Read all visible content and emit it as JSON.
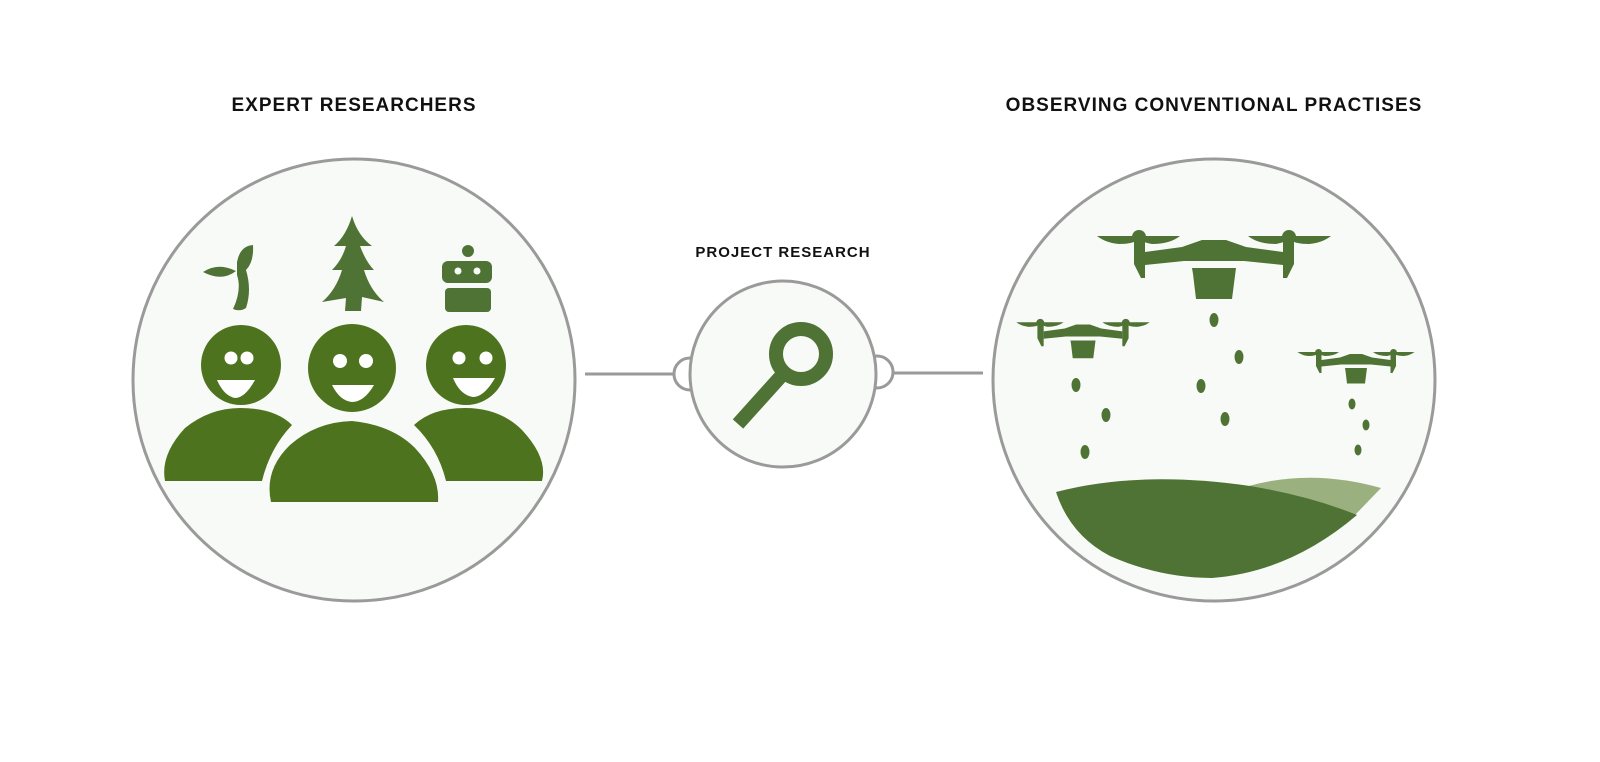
{
  "labels": {
    "left": "EXPERT RESEARCHERS",
    "center": "PROJECT RESEARCH",
    "right": "OBSERVING CONVENTIONAL PRACTISES"
  },
  "colors": {
    "people_green": "#4e731f",
    "drone_green": "#4f7334",
    "light_green": "#9ab07f",
    "circle_fill": "#f8faf7",
    "outline_gray": "#9a9a9a"
  },
  "icons": [
    "people-icon",
    "sprout-icon",
    "tree-icon",
    "robot-icon",
    "magnifier-icon",
    "drone-icon",
    "field-icon"
  ]
}
